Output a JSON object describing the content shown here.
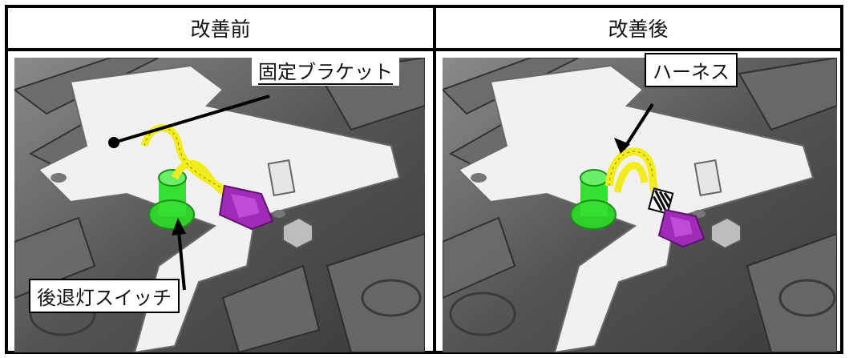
{
  "headers": {
    "before": "改善前",
    "after": "改善後"
  },
  "callouts": {
    "bracket": "固定ブラケット",
    "switch": "後退灯スイッチ",
    "harness": "ハーネス"
  },
  "colors": {
    "harness": "#f2ec1c",
    "connector": "#a12bb8",
    "switch": "#2fd12a",
    "bracket": "#f3f3f3",
    "housing": "#5a5a5a"
  }
}
